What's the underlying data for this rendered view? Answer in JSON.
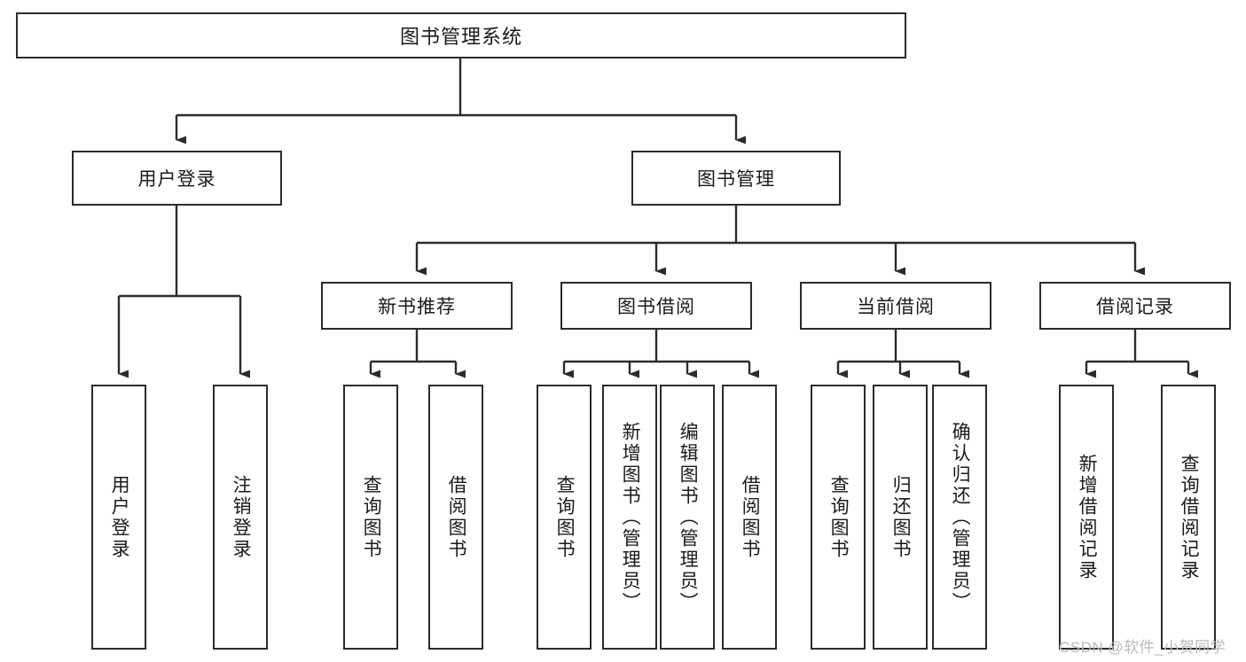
{
  "diagram": {
    "title": "图书管理系统",
    "type": "tree-hierarchy-diagram",
    "root": {
      "id": "root",
      "label": "图书管理系统"
    },
    "level2": [
      {
        "id": "user-login",
        "label": "用户登录"
      },
      {
        "id": "book-manage",
        "label": "图书管理"
      }
    ],
    "level3": [
      {
        "id": "new-book-rec",
        "label": "新书推荐"
      },
      {
        "id": "book-borrow",
        "label": "图书借阅"
      },
      {
        "id": "current-borrow",
        "label": "当前借阅"
      },
      {
        "id": "borrow-record",
        "label": "借阅记录"
      }
    ],
    "leaves": [
      {
        "id": "leaf-user-login",
        "label": "用户登录"
      },
      {
        "id": "leaf-logout-login",
        "label": "注销登录"
      },
      {
        "id": "leaf-query-book-1",
        "label": "查询图书"
      },
      {
        "id": "leaf-borrow-book-1",
        "label": "借阅图书"
      },
      {
        "id": "leaf-query-book-2",
        "label": "查询图书"
      },
      {
        "id": "leaf-add-book-admin",
        "label": "新增图书（管理员）"
      },
      {
        "id": "leaf-edit-book-admin",
        "label": "编辑图书（管理员）"
      },
      {
        "id": "leaf-borrow-book-2",
        "label": "借阅图书"
      },
      {
        "id": "leaf-query-book-3",
        "label": "查询图书"
      },
      {
        "id": "leaf-return-book",
        "label": "归还图书"
      },
      {
        "id": "leaf-confirm-return-admin",
        "label": "确认归还（管理员）"
      },
      {
        "id": "leaf-add-borrow-record",
        "label": "新增借阅记录"
      },
      {
        "id": "leaf-query-borrow-record",
        "label": "查询借阅记录"
      }
    ]
  },
  "watermark": {
    "text": "CSDN @软件_小贺同学"
  },
  "colors": {
    "stroke": "#2b2b2b",
    "box_fill": "#ffffff",
    "text": "#1a1a1a",
    "watermark": "#b9b9b9",
    "background": "#ffffff"
  }
}
